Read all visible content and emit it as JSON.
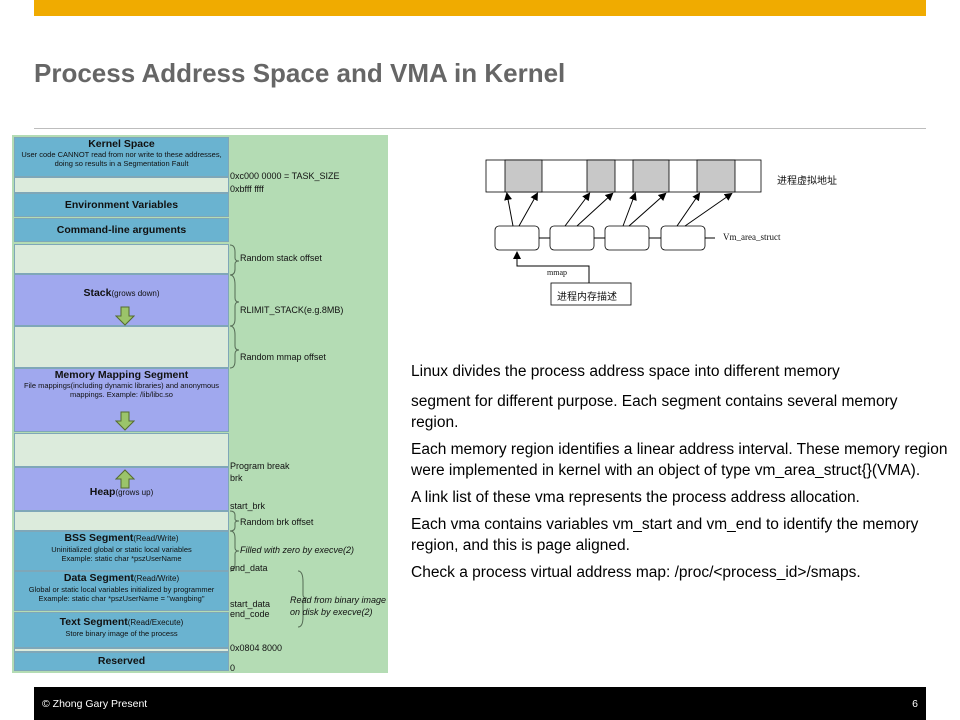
{
  "slide": {
    "title": "Process Address Space and VMA in Kernel",
    "accent_color": "#f0ab00"
  },
  "memory_layout": {
    "segments": {
      "kernel_space": {
        "title": "Kernel Space",
        "desc1": "User code CANNOT read from nor write to these addresses,",
        "desc2": "doing so results in a Segmentation Fault"
      },
      "env_vars": {
        "title": "Environment Variables"
      },
      "cmdline": {
        "title": "Command-line arguments"
      },
      "stack": {
        "title": "Stack",
        "note": "(grows down)"
      },
      "mmap": {
        "title": "Memory Mapping Segment",
        "desc1": "File mappings(including dynamic libraries) and anonymous",
        "desc2": "mappings. Example: /lib/libc.so"
      },
      "heap": {
        "title": "Heap",
        "note": "(grows up)"
      },
      "bss": {
        "title": "BSS Segment",
        "note": "(Read/Write)",
        "desc1": "Uninitialized global or static local variables",
        "desc2": "Example: static char *pszUserName"
      },
      "data": {
        "title": "Data Segment",
        "note": "(Read/Write)",
        "desc1": "Global or static local variables initialized by programmer",
        "desc2": "Example: static char *pszUserName = \"wangbing\""
      },
      "text": {
        "title": "Text Segment",
        "note": "(Read/Execute)",
        "desc1": "Store binary image of the process"
      },
      "reserved": {
        "title": "Reserved"
      }
    },
    "labels": {
      "task_size": "0xc000 0000 = TASK_SIZE",
      "bfff": "0xbfff ffff",
      "random_stack": "Random stack offset",
      "rlimit": "RLIMIT_STACK(e.g.8MB)",
      "random_mmap": "Random mmap offset",
      "program_break": "Program break",
      "brk": "brk",
      "start_brk": "start_brk",
      "random_brk": "Random brk offset",
      "filled_zero": "Filled with zero by execve(2)",
      "end_data": "end_data",
      "read_binary1": "Read from binary image",
      "read_binary2": "on disk by execve(2)",
      "start_data": "start_data",
      "end_code": "end_code",
      "addr_0804": "0x0804 8000",
      "zero": "0"
    }
  },
  "vma_diagram": {
    "virtual_addr_label": "进程虚拟地址",
    "vm_area_struct_label": "Vm_area_struct",
    "mmap_label": "mmap",
    "process_desc_label": "进程内存描述"
  },
  "description": {
    "p1_line1": "Linux divides the process address space into different memory",
    "p1_line2": "segment for different purpose. Each segment contains several memory region.",
    "p2": "Each memory region identifies a linear address interval. These memory region were implemented in kernel with an object of type vm_area_struct{}(VMA).",
    "p3": "A link list of these vma represents the process  address allocation.",
    "p4": "Each vma contains variables vm_start and vm_end to identify the memory region, and this is page aligned.",
    "p5": "Check a process virtual address map: /proc/<process_id>/smaps."
  },
  "footer": {
    "copyright": "© Zhong Gary Present",
    "page_number": "6"
  }
}
